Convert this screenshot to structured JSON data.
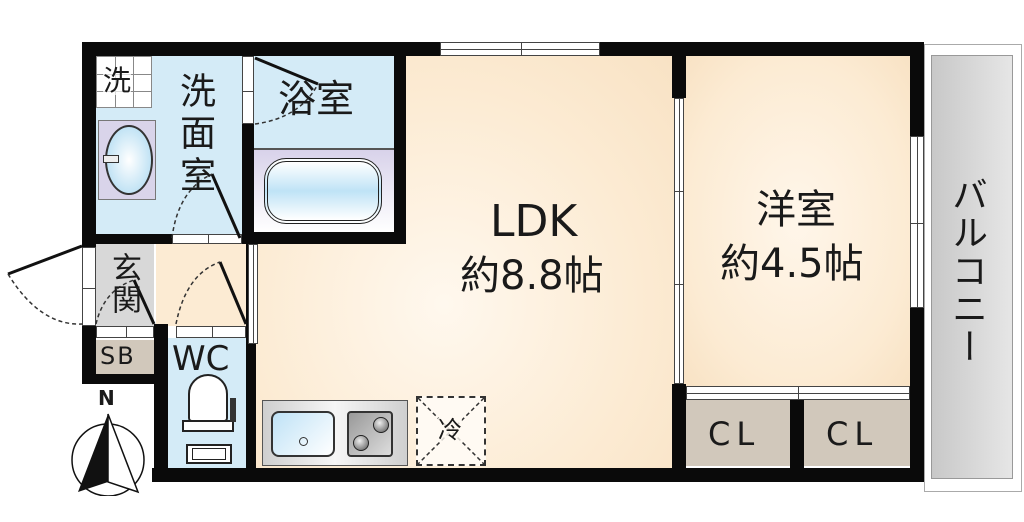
{
  "floorplan": {
    "colors": {
      "wall": "#0a0a0a",
      "living_floor": "#fcebd3",
      "wet_area": "#d4ebf7",
      "entrance": "#d8d8d8",
      "storage": "#d1c8bb",
      "balcony": "#d9d9d9"
    },
    "rooms": {
      "ldk": {
        "name": "LDK",
        "size": "約8.8帖"
      },
      "western_room": {
        "name": "洋室",
        "size": "約4.5帖"
      },
      "washroom": {
        "label": "洗面室"
      },
      "bathroom": {
        "label": "浴室"
      },
      "washer": {
        "label": "洗"
      },
      "entrance": {
        "label": "玄関"
      },
      "shoe_box": {
        "label": "SB"
      },
      "toilet": {
        "label": "WC"
      },
      "closet_1": {
        "label": "CL"
      },
      "closet_2": {
        "label": "CL"
      },
      "balcony": {
        "label": "バルコニー"
      },
      "fridge": {
        "label": "冷"
      }
    },
    "compass": {
      "label": "N"
    }
  }
}
